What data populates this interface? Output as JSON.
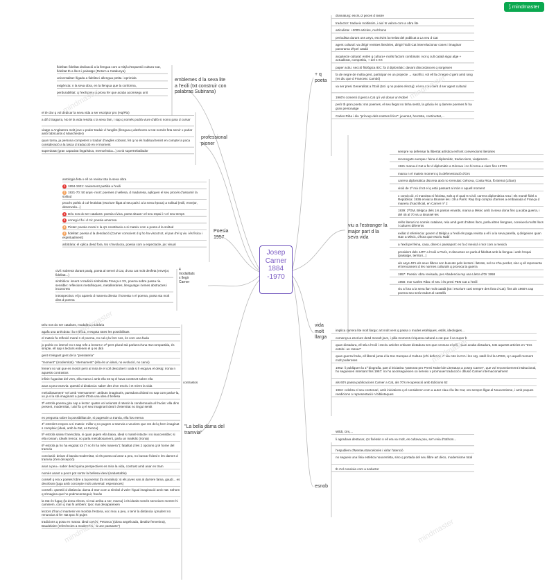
{
  "brand": {
    "label": "mindmaster"
  },
  "watermark": {
    "text": "mindmaster"
  },
  "central": {
    "lines": [
      "Josep",
      "Carner",
      "1884",
      "-1970"
    ]
  },
  "branches": {
    "mes_que_poeta": {
      "label": "+ q poeta",
      "items": [
        "dramaturg: escriu 2 peces d teatre",
        "traductor: tradueix moltissim, i així ts valora com a obra lite",
        "articulista: +2000 articles, molt bons",
        "periodista durant uns anys, escrivint la meitat del publicat a La veu d Cat",
        "agent cultural: va dirigir revistes literàries, dirigir l'Edit Cat interrelacionar coses i imaginar panorama d'l'pel català",
        "arquitecte cultural: entén q cultura+ molts factors combinats i vol q cult català sigui alge + actualitzat, competitiu, + del s XX",
        "paper actiu: secció filològica IEC: fa d diplomàtic: davant discordances q sorgeixen",
        "fa de negre de molta gent, participar en un projecte → sacrifici, vol ell fa d negre d gent amb rang (es diu que d Francesc Cambó)",
        "va ser presi Generalitat a l'Exili (tot i q no podes efectuj): el era conscient d ser agent cultural",
        "1960's comenti d gent a Cat q li vol donar un Nobel",
        "però tb gran poeta: sns poemes, el seu llegat no tinha sentit, la gràcia és q darrere poemes hi ha gran personatge",
        "Carles Riba i diu \"príncep dels nostres lírics\": juventut, heroïsta, continuïtat,..."
      ]
    },
    "vida": {
      "label": "vida molt llarga",
      "items": [
        "sempre va defensar la llibertat artística enfront convencions literàries",
        "reconeguts europeu: feina d diplomàtic, traduccions, viatjament...",
        "1921 marxa d Cat a fer d diplomàtic a Gènova i no hi torna a viure fins 1970's",
        "marxa n el mateix moment q la defenestració d'Ors",
        "carrera diplomàtica discreta això no s'emulat: Génova, Costa Rica, fb Beirut (Líban)",
        "visió de 1ª mà d tot el q està passant al món n aquell moment",
        "x convicció, ni marxista ni feixista, sols q el qual G Civil, carrera diplomàtica s'au i els mantè fidel a República: 1936 enviat a Brussel·les i 39 a París: Rep Esp compra d'armes a embaixada d França d manera d'sacrificial, en Carner nº 2",
        "1939: 2ªGM, Bèlgica dels 1rs països envaïts, marxa a Mèxic amb la seva dona fins q acaba guerra, i del 45 al 70 viu a Brussel·les",
        "refés literari no només catalans, rela amb gent d'altres llocs, parla altres llengües, coneixerà molts llocs i cultures diferents",
        "exiliat d referència: govern d Bèlgica a l'exili els paga revista a ell i a la seva parella, q dirigeixen quan stan a Mèxic, d'hora que escriu Nabí",
        "a l'exili pel feina, casa, dinero i passaport: es fa d mexicà i mor com a mexicà",
        "president dels JJFF a l'exili a París, 2 discursos on parla d fidelitat amb la llengua i amb l'espai (paisatge, territori...)",
        "als anys 40's els seus llibres son buscats pels lectors i lletrats, sol no s'ha perdut, sino q ell representa el trencament d les normes culturals q provoca la guerra",
        "1957: Poesia: obra revisada, per Abadencia rep una Lletra d'Or 1958",
        "1958: mor Carles Riba: el seu i és presi PEN Cat a l'exili",
        "viu a fora a la seva llar molt català (tot i escriure casi sempre des fora d Cat): fins als 1960's cap poema seu serà traduït al castellà"
      ]
    },
    "emblemes": {
      "label": "emblemes d la seva lite a l'exili (txt construir con palabras Subirana)",
      "items": [
        "fidelitat: fidelitat dedicació a la llengua com a mitjà d'expansió cultura Cat, fidelitat tb a llocs i paisatge (Retorn a Catalunya)",
        "universalitat: lligada a fidelitat i allengua petita i oprimida",
        "exigència: n la seva obra, en la llengua que la conforma,",
        "perdurabilitat: q l'exili posa a prova fer que acaba acomsegu unit"
      ]
    },
    "professional": {
      "label": "professional pioner",
      "items": [
        "el té clar q vol dedicar la seva vida a ser escriptor pro (Hq/Pla)",
        "a dif d Sagarra, No té la vida resolta x la seva fam, i sap q només podrà viure d'allò si nomo para d cursar",
        "viatge a Anglaterra molt jove x poder traduir d l'anglès (llengua q aleshores a Cat només feta servir x parlar amb fabricants d Manchester)",
        "quan torna, ja persona competent x traduir d'anglès cobrant, fet q no és habitual tenint en compte la poca consideració a la tasca d traducció en el moment",
        "superdotat (gran capacitat lingüística, memorística...) xo tb supertreballador"
      ]
    },
    "poesia": {
      "label": "Poesia 1957",
      "items": [
        "antologia feta x ell on revisa tota la seva obra",
        "1894-1921: naixement partida a l'exili",
        "1921-70: 50 anys- mort: poemes d vellesa, d maduresa, apliquen el seu procés d'assumir la solitud",
        "procés poètic d col·lectivitat (escriure lligat al seu país i a la seva època) a solitud (exili, envejor, desenvolu...)",
        "Déu nos do ser catalans: poesia cívica, poeta situat n el seu espai i n el seu temps",
        "ennegi d fu i d mi: poesia amorosa",
        "Pietat: poesia moral n la q's constitueix a si mateix com a poeta d la solitud",
        "fidelitat: poesia d la desolació (Carner conscient d q ho ha viscut tot, el pas d'el q viu i és fisica i espiritualment)",
        "arbitrària: el xplica desd fora, No s'involucra, poesia com a espectacle, joc visual"
      ]
    },
    "modalitats": {
      "label": "4 modalitats x llegir Carner",
      "items": [
        "civil: sobretot durant pasig, poeta al servei d Cat, d'una cat molt desfeta (envejor, fidelitat...)",
        "simbòlica: insent n tradició simbolista França s XX, poema sobre passa ria sensible: reflexions metafísiques, metaliteràries, llenguatge i temes abstractes i inconcrets",
        "introspectiva: el jo apareix d manera directa i honesta n el poema, poeta sta molt dins d poema"
      ]
    },
    "bella_dama": {
      "label": "\"La bella dama del tramvia\"",
      "items": [
        "Déu nos do ser catalans, modalitat arbitrària",
        "agafa una anècdota i la mitifica, n'esgota totes les possibilitats",
        "el mateix fa reflexió moral n el poema, no cal q la fem nos, és com una faula",
        "jo poètic no intervé no s sap refe a lectors n 2ª pers plural stà parlant d'una rtat compartida, és simple, ell sap s lectors entenen el q es dirà",
        "gent s'elegant gent de la \"pessateria\"",
        "\"moment\" (modernitat)- \"eternament\" (ella és un ideal, no evolució, no canvi)",
        "femeni no val que es mostri però al mira té el coll descobert i xalà si li esquiva el desig: ironia n aquests contrastos",
        "infinit: fugacitat del vers, ella marca i amb ella tot tq el hava construït sobre ella",
        "anar a peu tramvia: qüestió d distància: saber des d'on escriu i et mires la vida",
        "melodiosament\" vel amb \"eternament\": atributs imaginaris, partsdora d'ideal no sap com parlar-la, xo ja s la stà imaginant a partir d'tota una idea d bellesa",
        "3ª estrofa poema gira cap a lector: quatre vol veluntat d retenir-la condemnada al fracàs: ella dins present, modernitat, i així fa q el seu imaginari ideal i d'eternitat no tingui sentit",
        "es pregunta sobre la possibilitat de, si pugessim a tramia, ella fos eterna",
        "4ª estrofa's respon a si mateix: millor q no pugem a tramvia x veuriem que res del q hem imaginat s compleix (ideal, amb la rtat, es trenca)",
        "5ª estrofa salvar l'anècdota, si quan pujem ella baixa, ideal s manté intacte i no inaccessible; si ella romam, ideals trenca: no parla melodiosament, parla un malèdic (ironia)",
        "6ª estrofa ja ho ha esgotat tot (\"i no hi ha més manera\"): fatalitat d les 2 opcions q té home del tramvia",
        "conclusió: deixar d banda modernitat, si els poeta cal anar a peu, no buscar l'ideal n les dames d tramvia (s'en decepció)",
        "anar a peu= saber desd quina perspectives es mira la vida, contrast amb anar en tram",
        "només anant a peu's pot sortar la bellesa ideal (inabastable)",
        "consell q era x poetes fobre a la joventut (fa moralina): si els joves van al darrere fama, gaudi... es decebran (juga amb concepte molt universal: esperances)",
        "consell= qüestió d distància: dama d tram com a símbol d voler l'igual imaginació amb rtat: tothom q s'imagina que ho podr'aconseguir, fracàs",
        "la rtat és fugaç (la dona efecta, si mai arriba a ser, marca) i els ideals només serveixen mentre hi caminem, com q mai hi arribem: tpoc mai desapareixen",
        "lectors d'han d mantenir en movbta l'estona, xoc mou a peu, x tenir la distància i prudent no renunciar al fer rtat tpoc hi pujes",
        "tradicions q posa en marxa: ideal cortès, Petrarca )(dona angelicada, idealitz femenina), Baudelaire (referències a modernitat, \"à une passante\")"
      ]
    },
    "contrastos": {
      "label": "contrastos"
    },
    "esnob": {
      "label": "esnob",
      "items": [
        "Wildt, Ors,...",
        "li agradava destacar, q's fixéssin n ell era va molt, es cultava pou, se'n reia d'tothom...",
        "l'espublem d'Menteu Barcelonés i xirlar l'atenció",
        "no segueix una línia estètica noucentista, sino q portada del seu llibre art déco, modernisme total",
        "tb s'el coneixia com a seductor"
      ]
    },
    "vida_extra": {
      "items": [
        "implica carrera lite molt llarga: art molt vers q passa x modes estètiques, estils, ideologies...",
        "comença a escriure desd mooolt jove, i pilla moment d riquesa cultural a cat que li va super b",
        "quan dictadura, ell stà a l'exili i escriu articles criticant dictadura sns que censura el pilli, quan acaba dictadura, tots aquests articles en \"tres estels i un rossec\"",
        "quan guerra freda, ell liberal junta d la Soc Europea d Cultura (x'hi defensa 3ª via ntre la CIA i les org. satèl·lit d la URSS, q n aquell moment molt poderoses",
        "1962: li publiquen la 1ª biografia, part d iniciativa \"patronat pro Premi Nobel de Literatura a Josep Carner\", que vol reconeixement institucional, ho segueixen intentant fins 1967: no ho aconsegueixen xo serveix x promouer traducció i difusió Carner internacionalment",
        "als 60's passa publicacions Carner a Cat, als 70's recuperació amb Edicions 62",
        "1984: celebra el seu centenari, amb iniciatives q el consideren com a autor clau d la lite Cat, xro sempre lligat al Noucentisme, i amb poques reedicions o representació n biblioteques"
      ]
    }
  }
}
